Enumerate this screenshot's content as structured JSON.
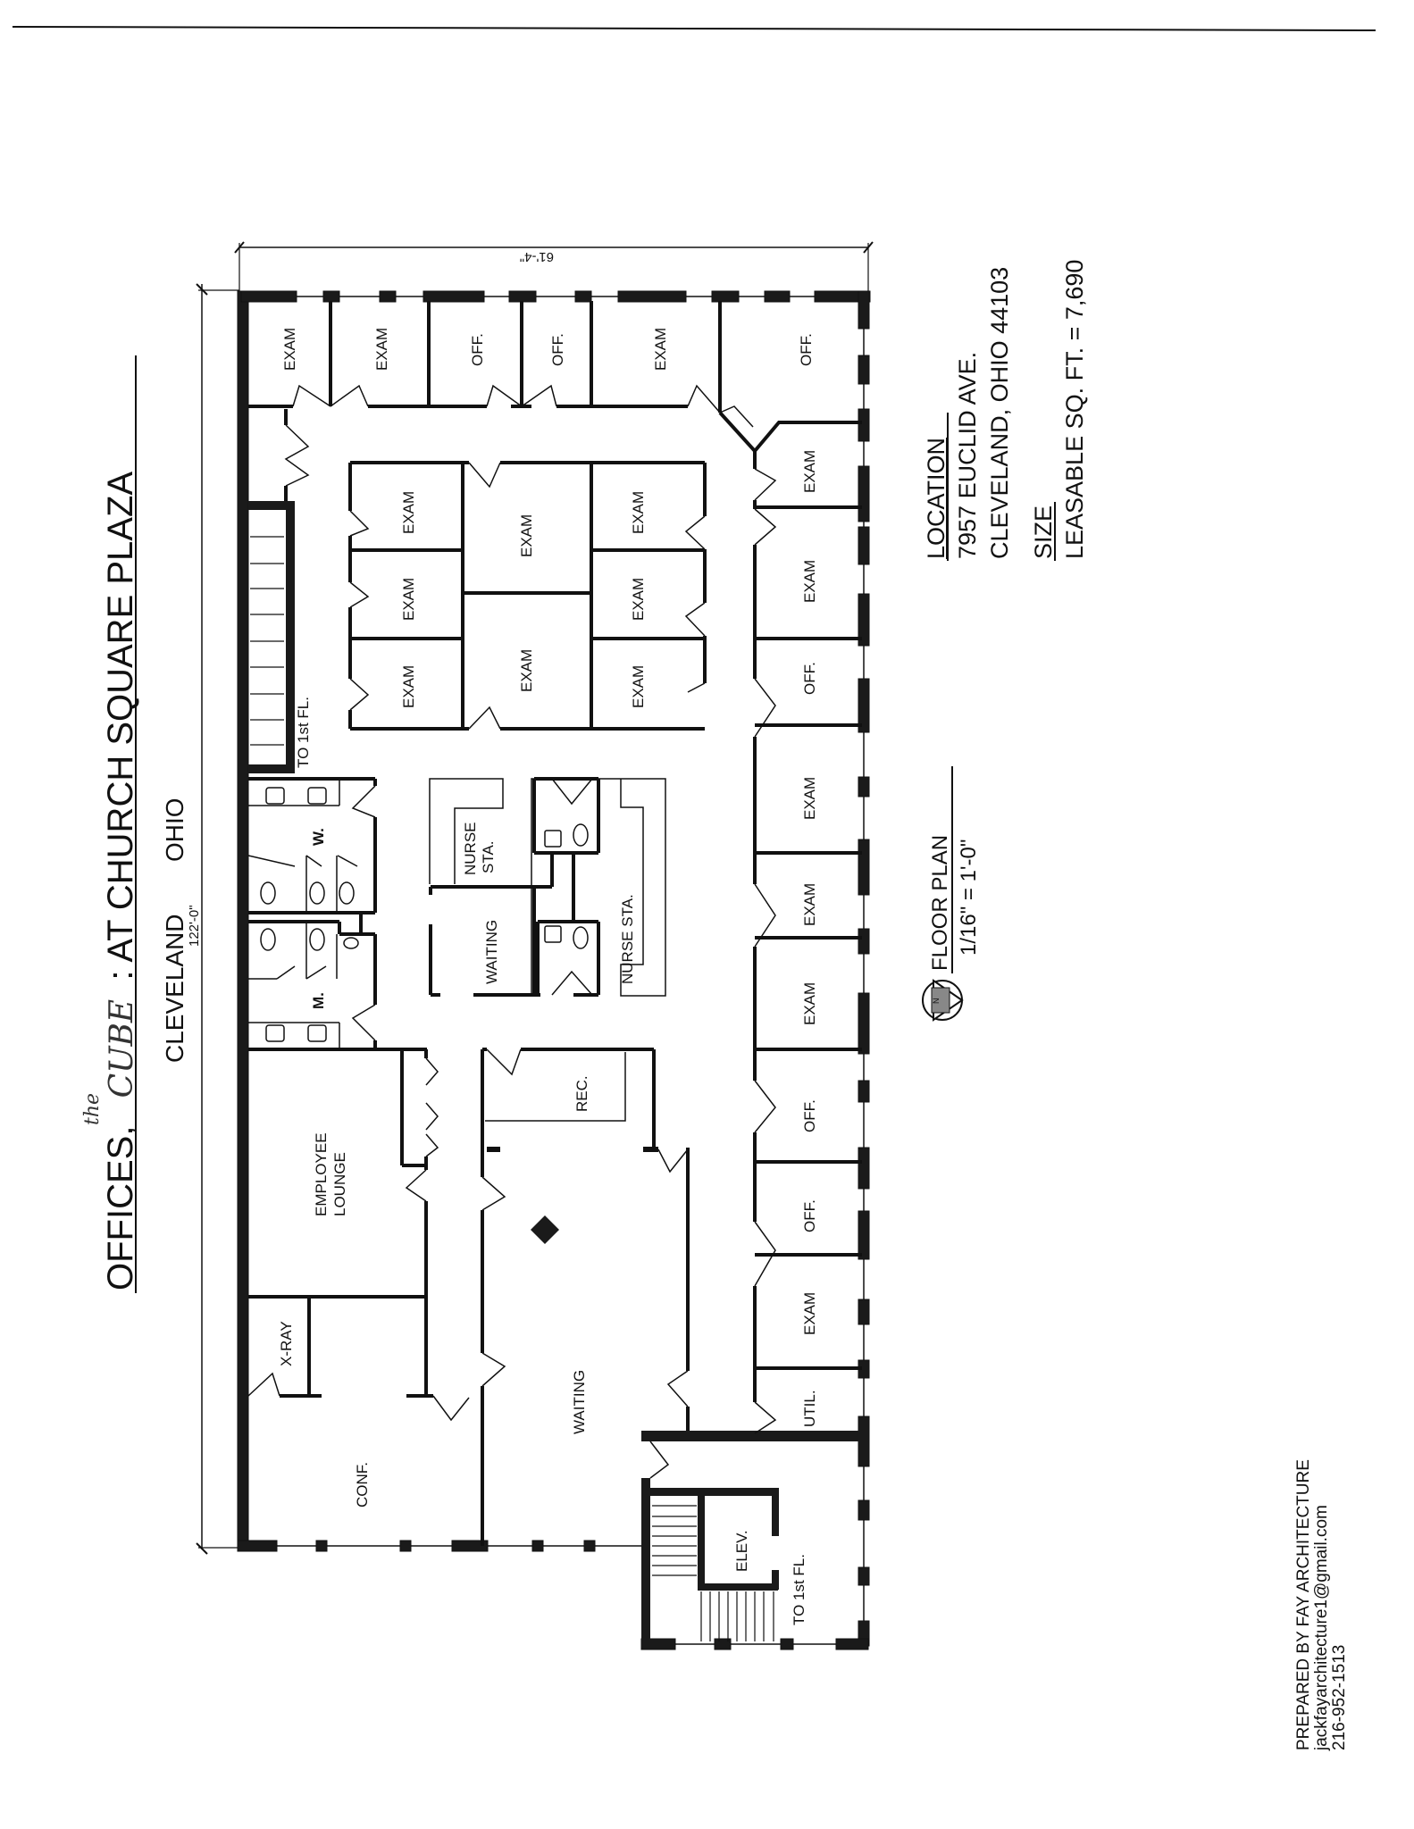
{
  "title": {
    "line1_prefix": "OFFICES",
    "handwritten_prefix": "the",
    "handwritten_name": "CUBE",
    "line1_suffix": "AT CHURCH SQUARE PLAZA",
    "city": "CLEVELAND",
    "state": "OHIO"
  },
  "dimensions": {
    "length": "122'-0\"",
    "width": "61'-4\""
  },
  "location": {
    "heading": "LOCATION",
    "address": "7957 EUCLID AVE.",
    "city_state_zip": "CLEVELAND, OHIO 44103"
  },
  "size": {
    "heading": "SIZE",
    "text": "LEASABLE SQ. FT. = 7,690"
  },
  "floor_plan": {
    "heading": "FLOOR PLAN",
    "scale": "1/16\" = 1'-0\"",
    "north_arrow_icon": "north-arrow-icon",
    "north_label": "N"
  },
  "credits": {
    "prepared_by": "PREPARED BY FAY ARCHITECTURE",
    "email": "jackfayarchitecture1@gmail.com",
    "phone": "216-952-1513"
  },
  "rooms": {
    "top_row": [
      "EXAM",
      "EXAM",
      "OFF.",
      "OFF.",
      "EXAM",
      "OFF."
    ],
    "center_left": [
      "EXAM",
      "EXAM",
      "EXAM"
    ],
    "center_middle": [
      "EXAM",
      "EXAM"
    ],
    "center_right": [
      "EXAM",
      "EXAM",
      "EXAM"
    ],
    "right_column": [
      "EXAM",
      "EXAM",
      "OFF.",
      "EXAM",
      "EXAM",
      "EXAM",
      "OFF.",
      "OFF.",
      "EXAM",
      "UTIL."
    ],
    "stair_top": "TO 1st FL.",
    "stair_bottom": "TO 1st FL.",
    "womens": "W.",
    "mens": "M.",
    "nurse_station_1": "NURSE STA.",
    "nurse_station_1_line1": "NURSE",
    "nurse_station_1_line2": "STA.",
    "nurse_station_2": "NURSE STA.",
    "waiting_small": "WAITING",
    "reception": "REC.",
    "employee_lounge_line1": "EMPLOYEE",
    "employee_lounge_line2": "LOUNGE",
    "xray": "X-RAY",
    "conference": "CONF.",
    "waiting_main": "WAITING",
    "elevator": "ELEV."
  },
  "colors": {
    "ink": "#111111",
    "paper": "#ffffff",
    "wall_fill": "#1a1a1a"
  }
}
